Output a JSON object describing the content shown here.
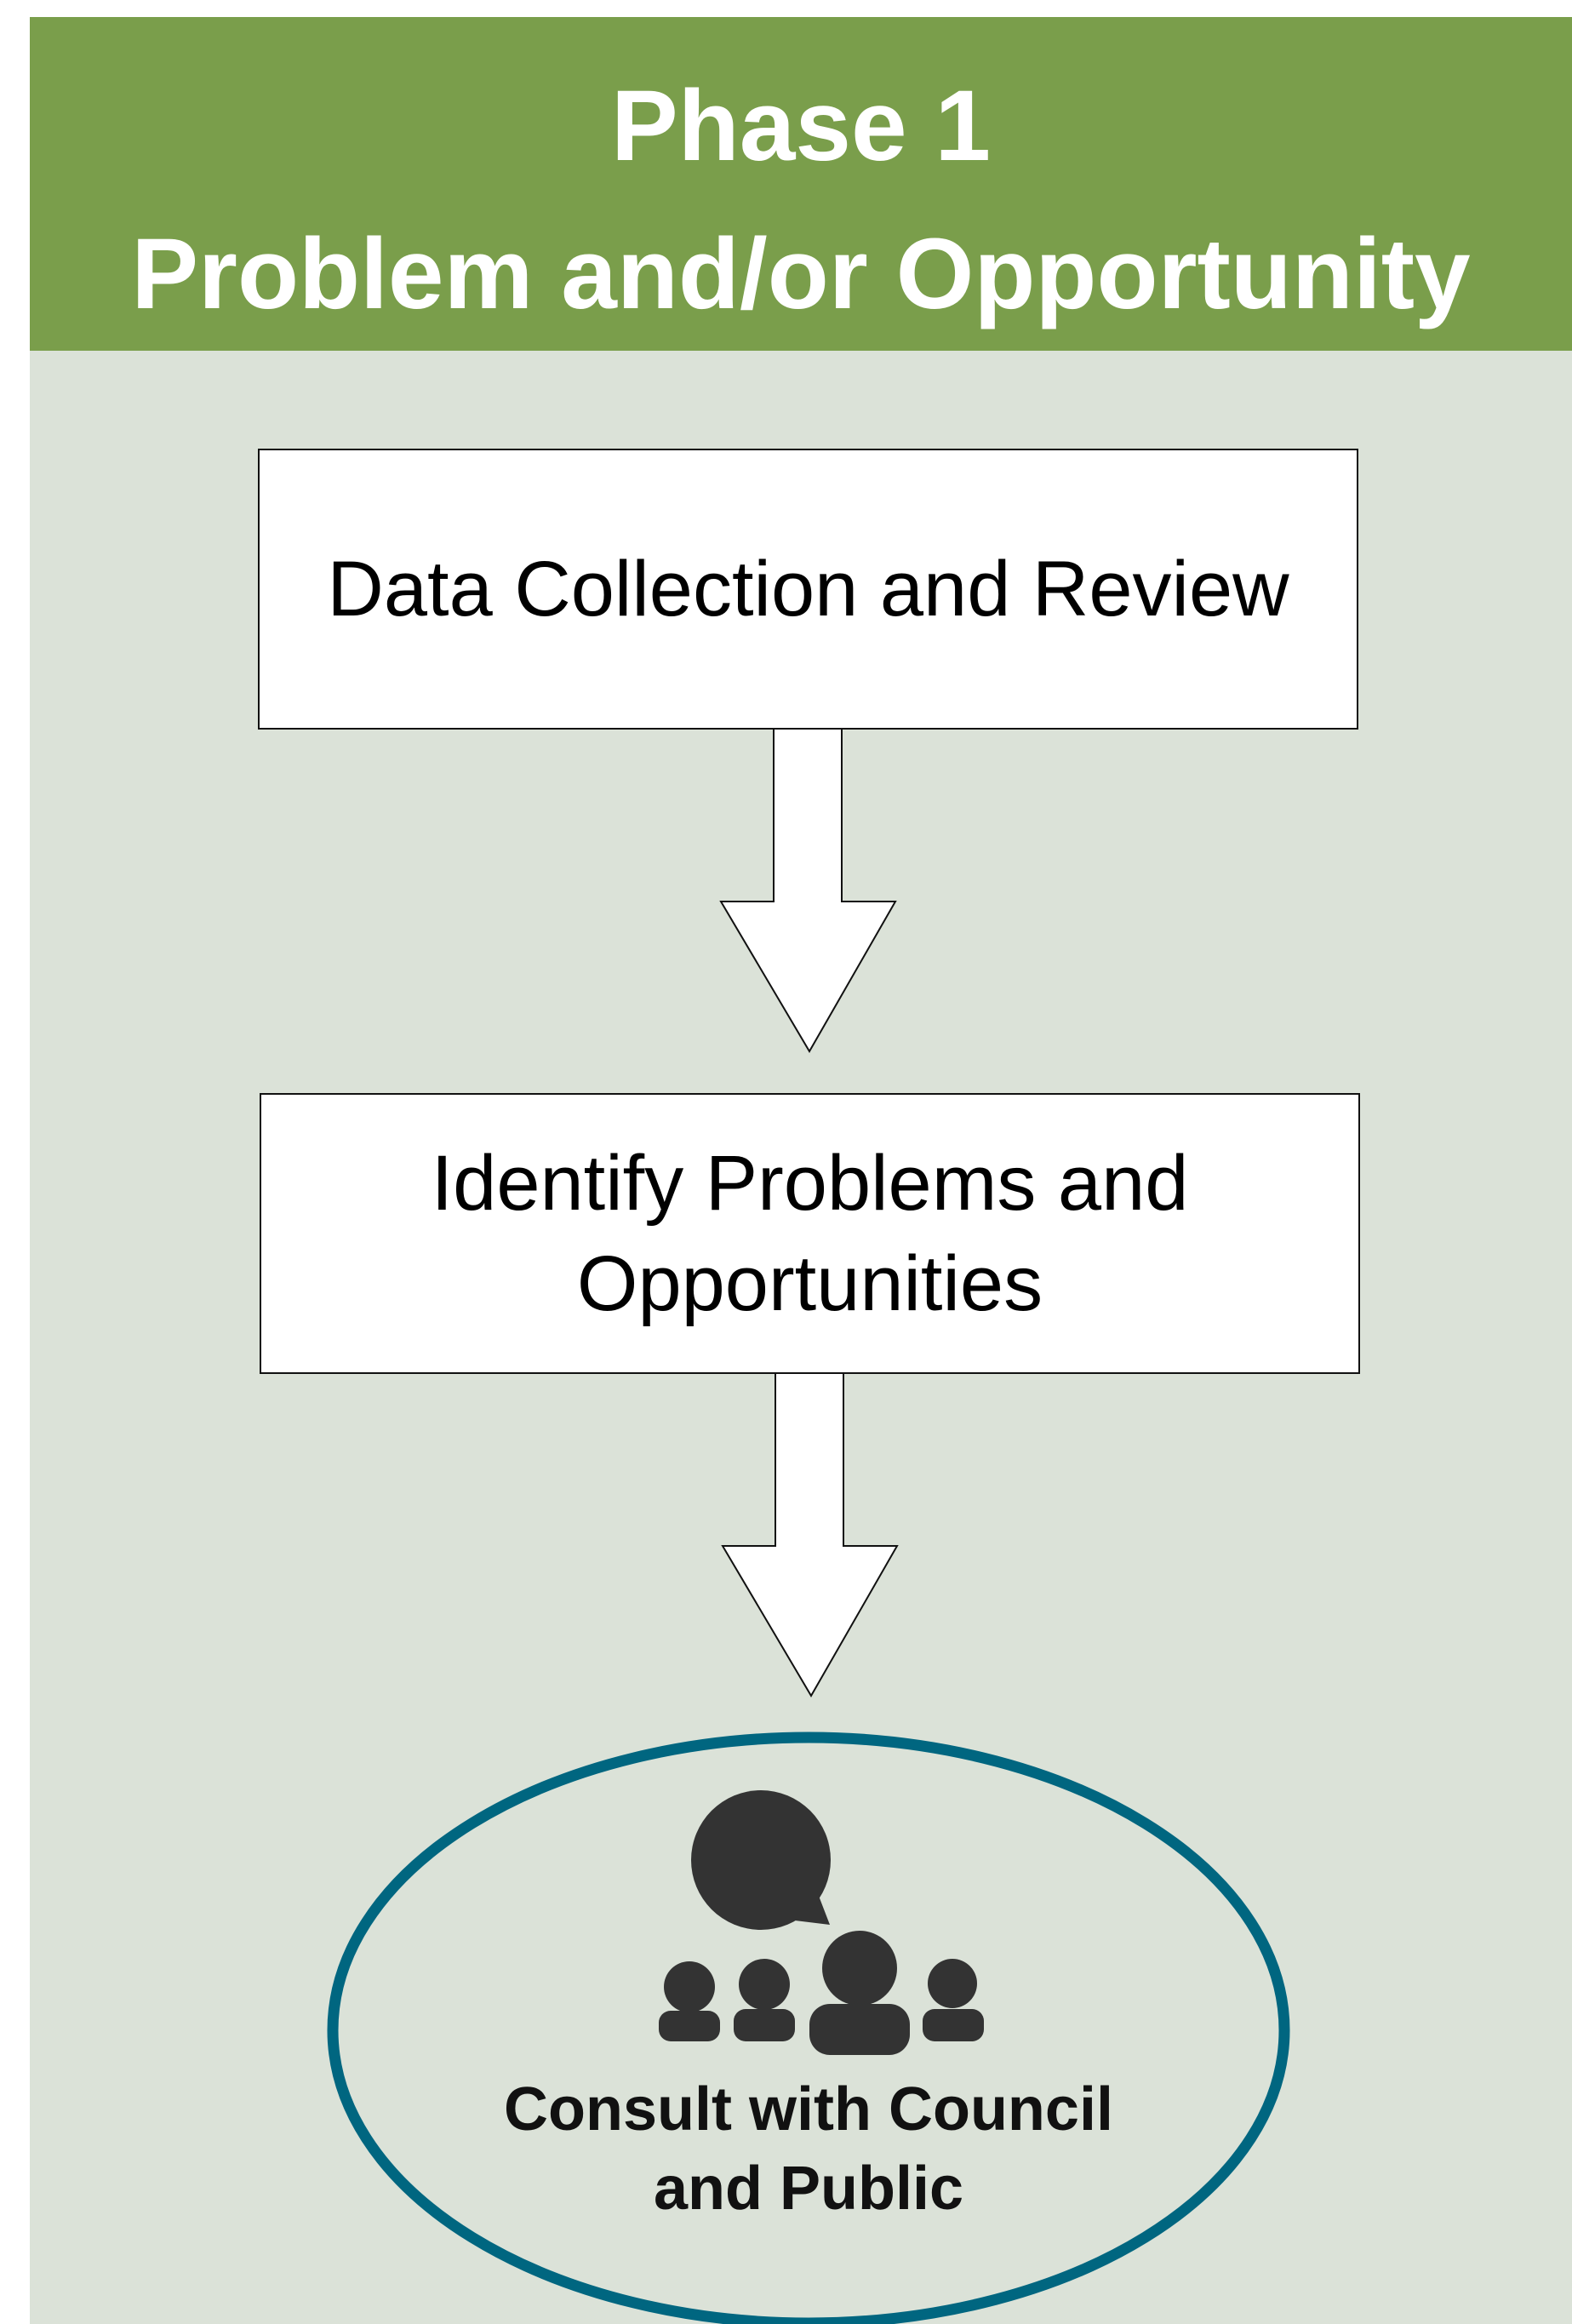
{
  "header": {
    "phase_label": "Phase 1",
    "phase_title": "Problem and/or Opportunity",
    "color": "#7a9e4b"
  },
  "panel_color": "#dbe2d8",
  "steps": [
    {
      "label": "Data Collection and Review"
    },
    {
      "label": "Identify Problems and Opportunities"
    }
  ],
  "consult": {
    "label": "Consult with Council and Public",
    "outline_color": "#006680",
    "icon": "group-speech-bubble-icon",
    "icon_color": "#333333"
  }
}
